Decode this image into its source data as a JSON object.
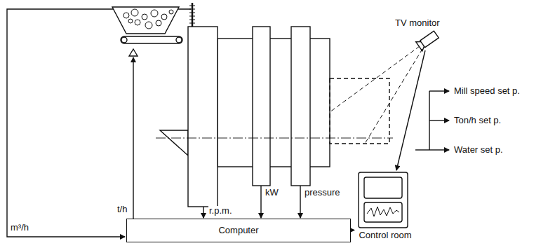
{
  "diagram": {
    "nodes": [
      {
        "text": [
          "Computer"
        ]
      },
      {
        "text": [
          "Control room"
        ]
      }
    ],
    "edges": [
      {
        "from": 0,
        "to": 1,
        "arrow": "to"
      }
    ],
    "labels": [
      "TV monitor",
      "r.p.m.",
      "kW",
      "pressure",
      "t/h",
      "m³/h",
      "Mill speed set p.",
      "Ton/h set p.",
      "Water set p."
    ]
  }
}
